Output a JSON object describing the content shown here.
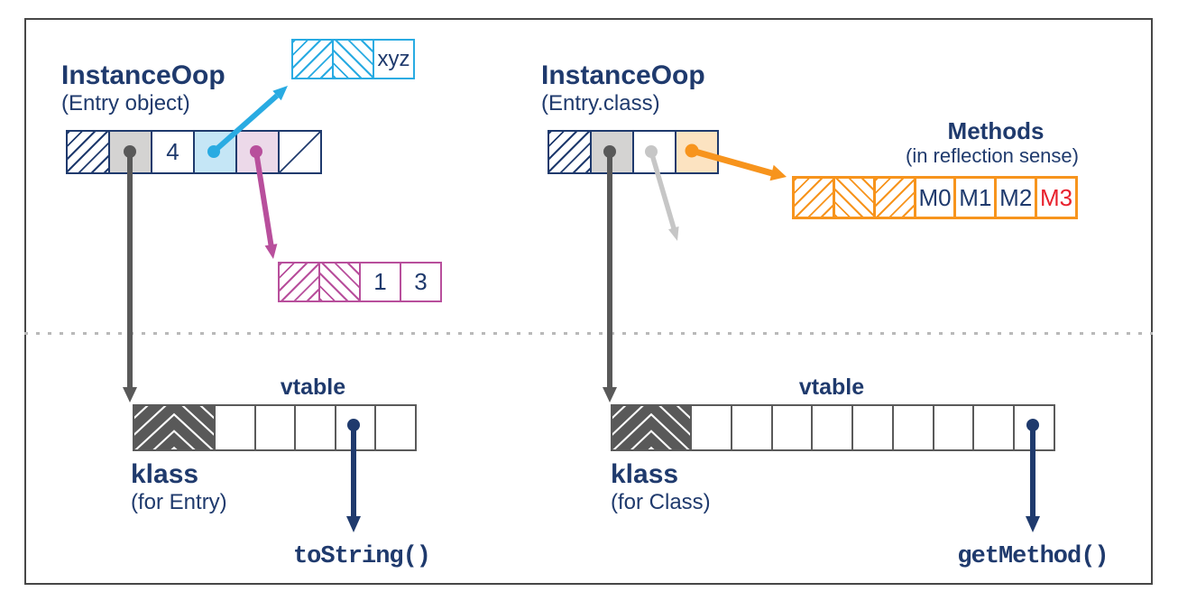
{
  "colors": {
    "navy": "#1f3a6d",
    "cyan": "#29abe2",
    "magenta": "#b84f9c",
    "orange": "#f7941d",
    "red": "#e8212d",
    "dark_gray": "#595959",
    "light_gray": "#c6c6c6",
    "cell_gray": "#d4d3d2",
    "light_blue": "#c5e6f6",
    "light_pink": "#ecd9e9",
    "light_orange": "#fce3c1",
    "vtable_gray": "#5a5a5a",
    "dot_gray": "#b9b9b9"
  },
  "left": {
    "oop_title": "InstanceOop",
    "oop_subtitle": "(Entry object)",
    "oop_row_cells": [
      {
        "kind": "header-hatch"
      },
      {
        "kind": "klass-pointer"
      },
      {
        "kind": "int-field",
        "value": "4"
      },
      {
        "kind": "string-field-pointer"
      },
      {
        "kind": "array-field-pointer"
      },
      {
        "kind": "padding-diagonal"
      }
    ],
    "xyz_box": {
      "cells": [
        {
          "kind": "header-hatch"
        },
        {
          "kind": "header-hatch"
        },
        {
          "kind": "value",
          "value": "xyz"
        }
      ]
    },
    "array_box": {
      "cells": [
        {
          "kind": "header-hatch"
        },
        {
          "kind": "header-hatch"
        },
        {
          "kind": "value",
          "value": "1"
        },
        {
          "kind": "value",
          "value": "3"
        }
      ]
    },
    "vtable_label": "vtable",
    "klass_title": "klass",
    "klass_subtitle": "(for Entry)",
    "vtable_method": "toString()"
  },
  "right": {
    "oop_title": "InstanceOop",
    "oop_subtitle": "(Entry.class)",
    "oop_row_cells": [
      {
        "kind": "header-hatch"
      },
      {
        "kind": "klass-pointer"
      },
      {
        "kind": "empty-pointer"
      },
      {
        "kind": "methods-pointer"
      }
    ],
    "methods_title": "Methods",
    "methods_subtitle": "(in reflection sense)",
    "methods_box": {
      "cells": [
        {
          "kind": "header-hatch"
        },
        {
          "kind": "header-hatch"
        },
        {
          "kind": "header-hatch"
        },
        {
          "kind": "value",
          "value": "M0"
        },
        {
          "kind": "value",
          "value": "M1"
        },
        {
          "kind": "value",
          "value": "M2"
        },
        {
          "kind": "value",
          "value": "M3",
          "highlight": true
        }
      ]
    },
    "vtable_label": "vtable",
    "klass_title": "klass",
    "klass_subtitle": "(for Class)",
    "vtable_method": "getMethod()"
  }
}
